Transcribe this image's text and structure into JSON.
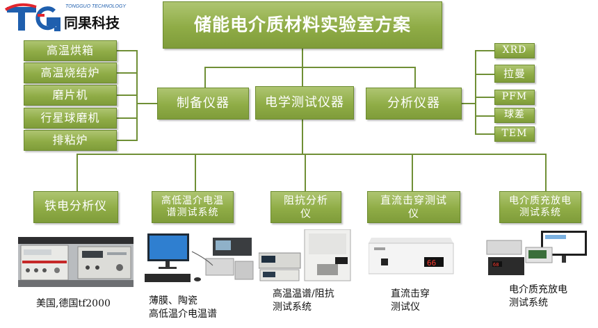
{
  "logo": {
    "mark": "TG",
    "brand_en": "TONGGUO TECHNOLOGY",
    "brand_cn": "同果科技"
  },
  "title": "储能电介质材料实验室方案",
  "categories": {
    "prep": "制备仪器",
    "electro": "电学测试仪器",
    "analysis": "分析仪器"
  },
  "prep_items": [
    "高温烘箱",
    "高温烧结炉",
    "磨片机",
    "行星球磨机",
    "排粘炉"
  ],
  "analysis_items": [
    "XRD",
    "拉曼",
    "PFM",
    "球差",
    "TEM"
  ],
  "systems": [
    {
      "line1": "铁电分析仪",
      "line2": ""
    },
    {
      "line1": "高低温介电温",
      "line2": "谱测试系统"
    },
    {
      "line1": "阻抗分析",
      "line2": "仪"
    },
    {
      "line1": "直流击穿测试",
      "line2": "仪"
    },
    {
      "line1": "电介质充放电",
      "line2": "测试系统"
    }
  ],
  "captions": [
    {
      "line1": "美国,德国tf2000",
      "line2": ""
    },
    {
      "line1": "薄膜、陶瓷",
      "line2": "高低温介电温谱"
    },
    {
      "line1": "高温温谱/阻抗",
      "line2": "测试系统"
    },
    {
      "line1": "直流击穿",
      "line2": "测试仪"
    },
    {
      "line1": "电介质充放电",
      "line2": "测试系统"
    }
  ],
  "device_display": {
    "breakdown_readout": "66",
    "discharge_readout": "68"
  },
  "colors": {
    "box": "#8fac46",
    "line": "#6f8f35",
    "logo_red": "#e3262e",
    "logo_blue": "#1f5fae"
  }
}
